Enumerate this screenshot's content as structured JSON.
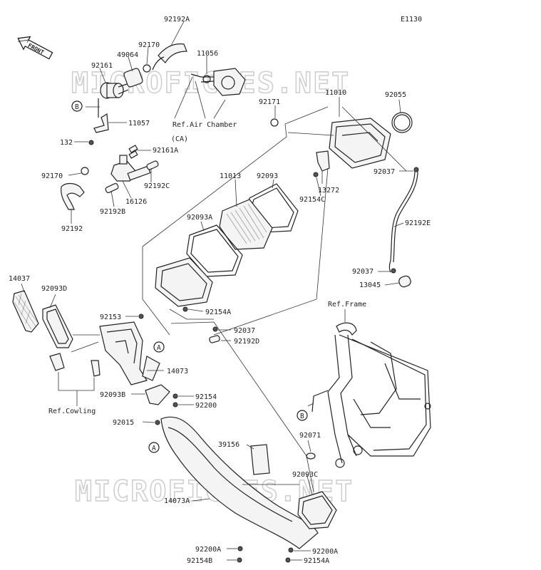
{
  "diagram_code": "E1130",
  "front_badge": "FRONT",
  "watermark_text": "MICROFICHES.NET",
  "refs": {
    "air_chamber": "Ref.Air Chamber",
    "frame": "Ref.Frame",
    "cowling": "Ref.Cowling"
  },
  "markers": {
    "a": "A",
    "b": "B"
  },
  "parts": {
    "p92192A": "92192A",
    "p92170_top": "92170",
    "p49064": "49064",
    "p11056": "11056",
    "p92161": "92161",
    "p11057": "11057",
    "p132": "132",
    "p92161A": "92161A",
    "p_ca": "(CA)",
    "p92170_mid": "92170",
    "p16126": "16126",
    "p92192C": "92192C",
    "p92192B": "92192B",
    "p92192": "92192",
    "p92171": "92171",
    "p11010": "11010",
    "p92055": "92055",
    "p13272": "13272",
    "p92154C": "92154C",
    "p92037_r": "92037",
    "p92192E": "92192E",
    "p92037_r2": "92037",
    "p13045": "13045",
    "p92093": "92093",
    "p11013": "11013",
    "p92093A": "92093A",
    "p14037": "14037",
    "p92093D": "92093D",
    "p92153": "92153",
    "p92154A": "92154A",
    "p92037_c": "92037",
    "p92192D": "92192D",
    "p14073": "14073",
    "p92093B": "92093B",
    "p92154": "92154",
    "p92200": "92200",
    "p92015": "92015",
    "p39156": "39156",
    "p92071": "92071",
    "p92093C": "92093C",
    "p14073A": "14073A",
    "p92200A_l": "92200A",
    "p92200A_r": "92200A",
    "p92154B": "92154B",
    "p92154A_b": "92154A"
  }
}
